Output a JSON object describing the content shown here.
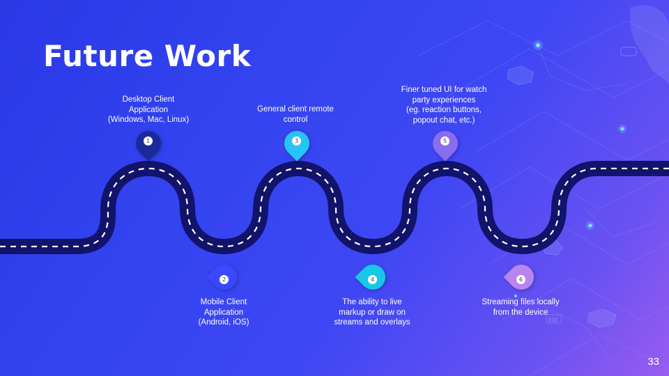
{
  "slide": {
    "title": "Future Work",
    "page_number": "33"
  },
  "milestones": [
    {
      "number": "1",
      "text": "Desktop Client\nApplication\n(Windows, Mac, Linux)",
      "color": "#1a2a9a",
      "icon": "map-pin-icon"
    },
    {
      "number": "2",
      "text": "Mobile Client\nApplication\n(Android, iOS)",
      "color": "#3a48ff",
      "icon": "map-pin-icon"
    },
    {
      "number": "3",
      "text": "General client remote\ncontrol",
      "color": "#27c4f5",
      "icon": "map-pin-icon"
    },
    {
      "number": "4",
      "text": "The ability to live\nmarkup or draw on\nstreams and overlays",
      "color": "#17c8e6",
      "icon": "map-pin-icon"
    },
    {
      "number": "5",
      "text": "Finer tuned UI for watch\nparty experiences\n(eg. reaction buttons,\npopout chat, etc.)",
      "color": "#8a6cf0",
      "icon": "map-pin-icon"
    },
    {
      "number": "6",
      "text": "Streaming files locally\nfrom the device",
      "color": "#b784f0",
      "icon": "map-pin-icon"
    }
  ],
  "decor_text": "010",
  "colors": {
    "road": "#12136a",
    "road_dash": "#ffffff"
  }
}
